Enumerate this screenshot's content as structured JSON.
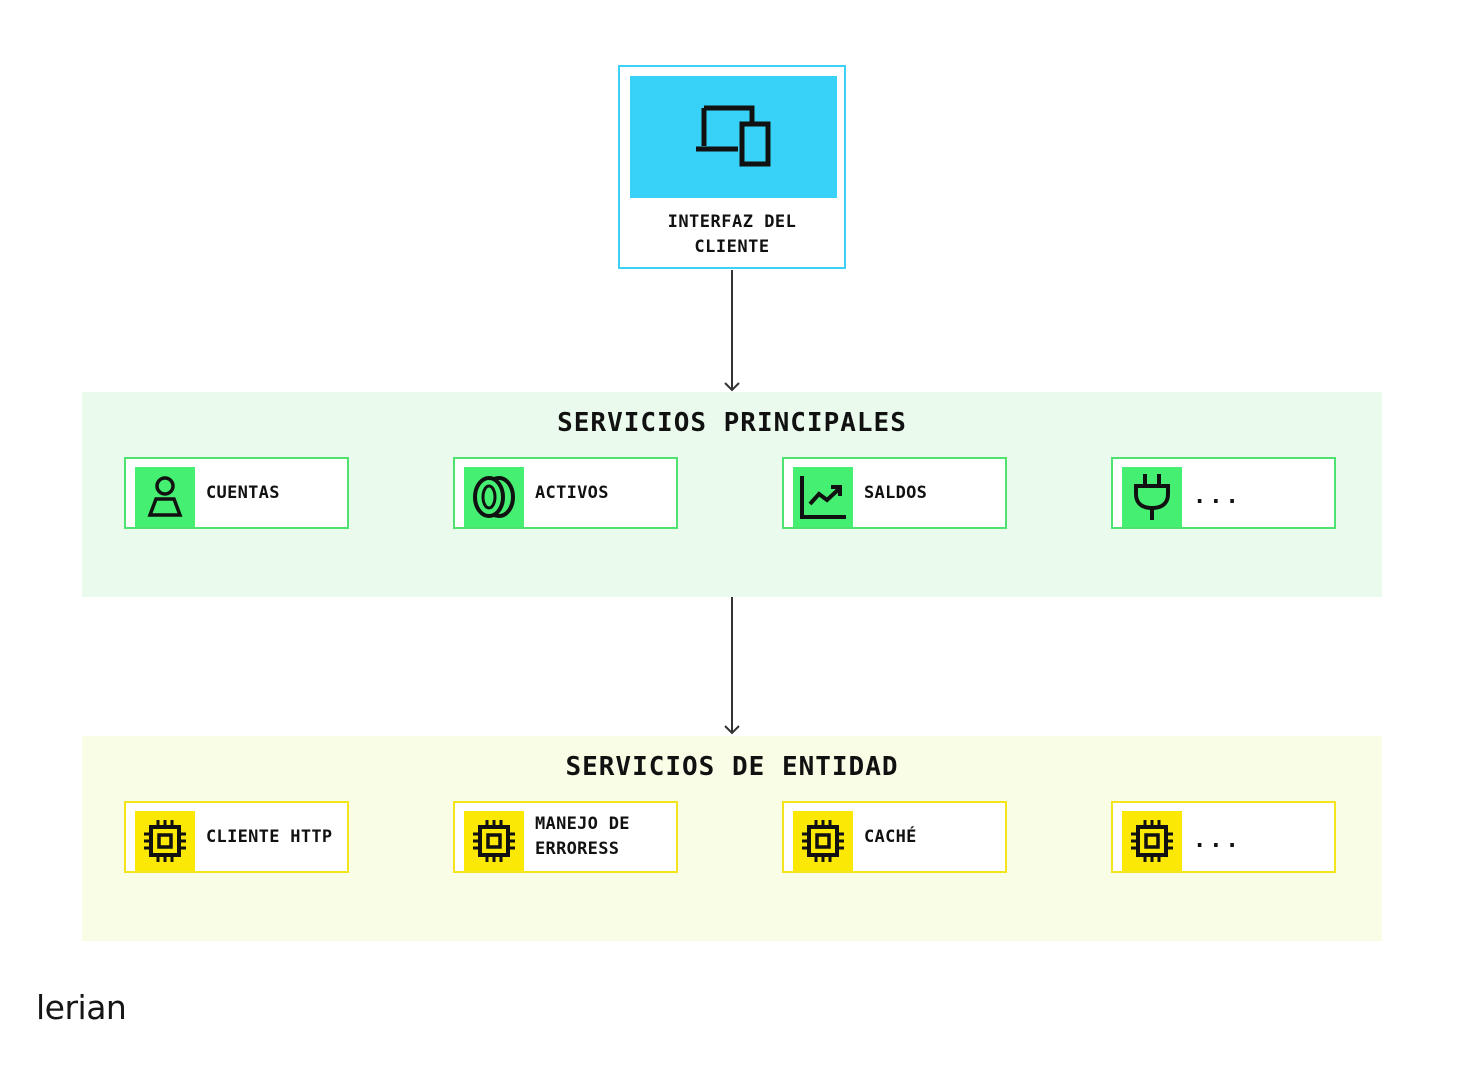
{
  "client": {
    "label": "INTERFAZ DEL\nCLIENTE",
    "icon": "devices-icon"
  },
  "core_services": {
    "title": "SERVICIOS PRINCIPALES",
    "color": "#45ef72",
    "items": [
      {
        "label": "CUENTAS",
        "icon": "user-icon"
      },
      {
        "label": "ACTIVOS",
        "icon": "coins-icon"
      },
      {
        "label": "SALDOS",
        "icon": "chart-line-icon"
      },
      {
        "label": "...",
        "icon": "plug-icon"
      }
    ]
  },
  "entity_services": {
    "title": "SERVICIOS DE ENTIDAD",
    "color": "#fbe805",
    "items": [
      {
        "label": "CLIENTE HTTP",
        "icon": "cpu-icon"
      },
      {
        "label": "MANEJO DE\nERRORESS",
        "icon": "cpu-icon"
      },
      {
        "label": "CACHÉ",
        "icon": "cpu-icon"
      },
      {
        "label": "...",
        "icon": "cpu-icon"
      }
    ]
  },
  "brand": {
    "logo": "lerian"
  }
}
